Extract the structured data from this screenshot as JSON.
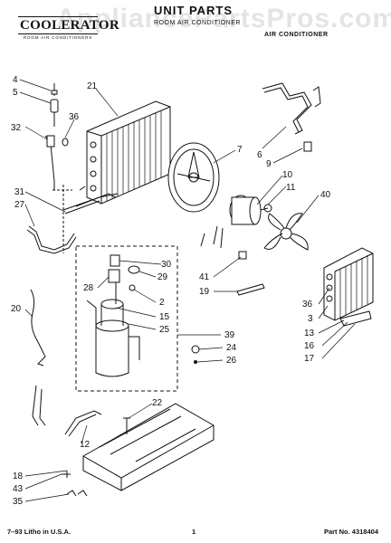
{
  "watermark": "AppliancePartsPros.com",
  "header": {
    "title": "UNIT PARTS",
    "subtitle": "ROOM AIR CONDITIONER",
    "right_text": "AIR CONDITIONER"
  },
  "logo": {
    "name": "COOLERATOR",
    "tagline": "ROOM AIR CONDITIONERS"
  },
  "callouts": {
    "c4": "4",
    "c5": "5",
    "c21": "21",
    "c36a": "36",
    "c32": "32",
    "c7": "7",
    "c6": "6",
    "c9": "9",
    "c10": "10",
    "c11": "11",
    "c40": "40",
    "c31": "31",
    "c27": "27",
    "c30": "30",
    "c29": "29",
    "c28": "28",
    "c2": "2",
    "c15": "15",
    "c25": "25",
    "c41": "41",
    "c19": "19",
    "c36b": "36",
    "c3": "3",
    "c13": "13",
    "c16": "16",
    "c17": "17",
    "c20": "20",
    "c39": "39",
    "c24": "24",
    "c26": "26",
    "c22": "22",
    "c12": "12",
    "c18": "18",
    "c43": "43",
    "c35": "35"
  },
  "footer": {
    "left": "7–93 Litho in U.S.A.",
    "center": "1",
    "right": "Part No. 4318404"
  }
}
